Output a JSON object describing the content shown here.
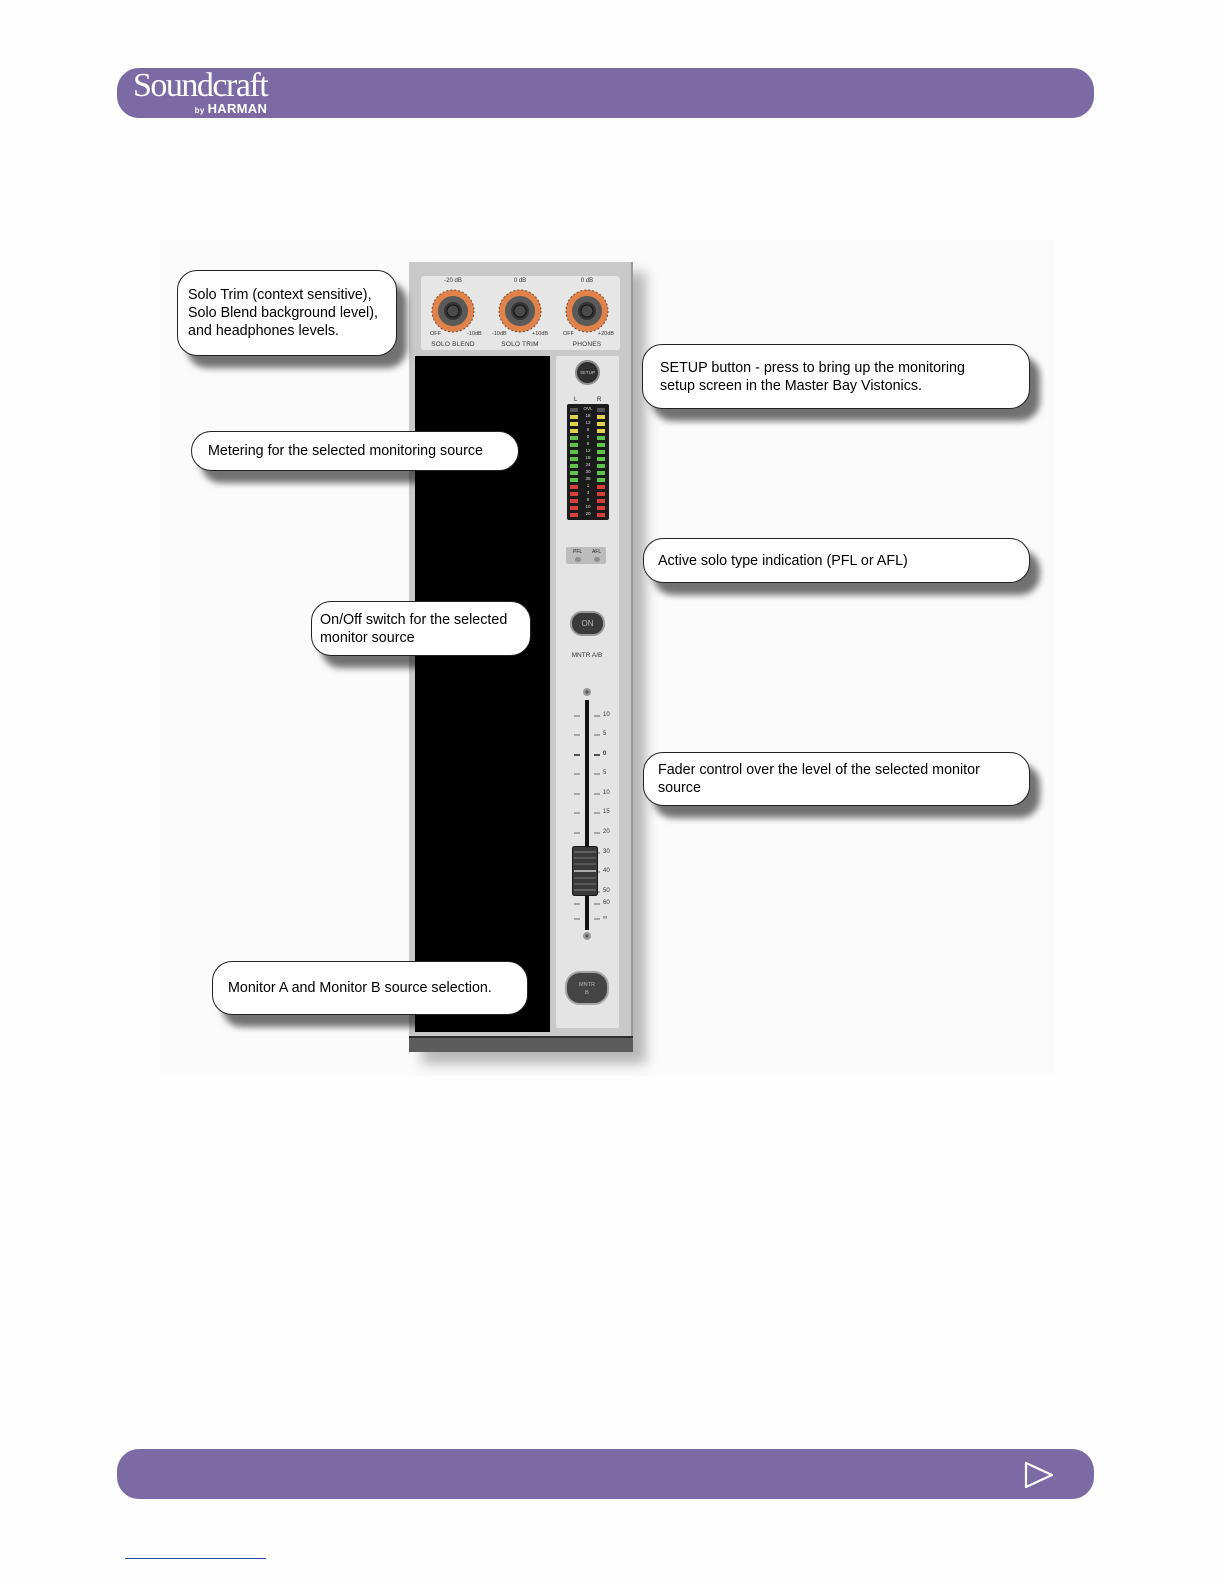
{
  "header": {
    "logo_word": "Soundcraft",
    "logo_by": "by",
    "logo_sub": "HARMAN"
  },
  "knobs": [
    {
      "top_label": "-20 dB",
      "left_label": "OFF",
      "right_label": "-10dB",
      "name": "SOLO BLEND"
    },
    {
      "top_label": "0 dB",
      "left_label": "-10dB",
      "right_label": "+10dB",
      "name": "SOLO TRIM"
    },
    {
      "top_label": "0 dB",
      "left_label": "OFF",
      "right_label": "+20dB",
      "name": "PHONES"
    }
  ],
  "setup_button": {
    "label": "SETUP"
  },
  "meter": {
    "left_label": "L",
    "right_label": "R",
    "scale": [
      "OVL",
      "18",
      "12",
      "6",
      "0",
      "6",
      "12",
      "18",
      "24",
      "30",
      "36",
      "1",
      "3",
      "6",
      "10",
      "20"
    ]
  },
  "solo_indicators": {
    "pfl": "PFL",
    "afl": "AFL"
  },
  "on_button": {
    "label": "ON"
  },
  "mntr_ab_label": "MNTR A/B",
  "fader": {
    "scale": [
      "10",
      "5",
      "0",
      "5",
      "10",
      "15",
      "20",
      "30",
      "40",
      "50",
      "60",
      "∞"
    ],
    "level_db": -40
  },
  "mntr_button": {
    "line1": "MNTR",
    "line2": "B"
  },
  "callouts": {
    "solo_trim": "Solo Trim (context sensitive),\nSolo Blend background level),\nand headphones levels.",
    "setup": "SETUP button - press to bring up the monitoring\nsetup screen in the Master Bay Vistonics.",
    "metering": "Metering for the selected monitoring source",
    "solo_type": "Active solo type indication (PFL or AFL)",
    "on_off": "On/Off switch for the selected\nmonitor source",
    "fader": "Fader control over the level of the selected monitor\nsource",
    "monitor_ab": "Monitor A and Monitor B source selection."
  },
  "colors": {
    "banner": "#7b6aa3",
    "knob_ring": "#e0824a",
    "meter_green": "#5fc24a",
    "meter_yellow": "#e0d04a",
    "meter_red": "#d8403a"
  }
}
